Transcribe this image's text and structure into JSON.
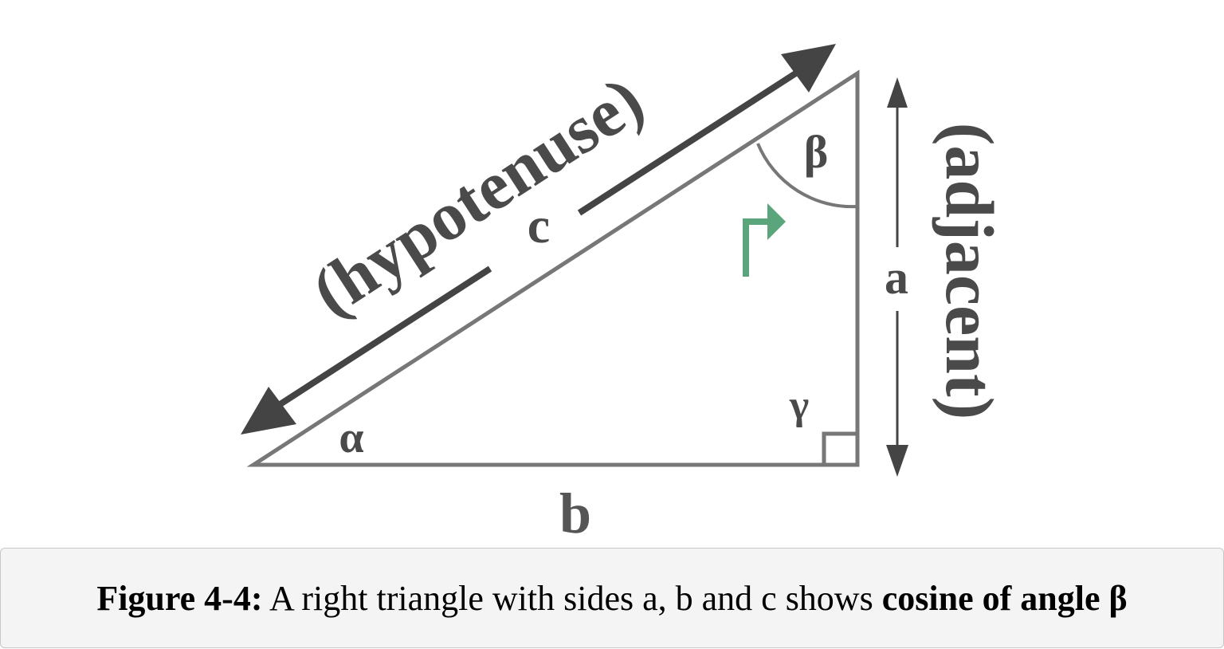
{
  "diagram": {
    "type": "right-triangle",
    "colors": {
      "triangle_stroke": "#777777",
      "arrow": "#444444",
      "label": "#4a4a4a",
      "accent_green": "#5aa57c"
    },
    "vertices": {
      "alpha": "α",
      "beta": "β",
      "gamma": "γ"
    },
    "sides": {
      "hypotenuse": {
        "letter": "c",
        "label": "(hypotenuse)"
      },
      "vertical": {
        "letter": "a",
        "label": "(adjacent)"
      },
      "horizontal": {
        "letter": "b"
      }
    },
    "angle_marker": "right-angle",
    "highlighted_angle": "β"
  },
  "caption": {
    "figure_label": "Figure 4-4:",
    "text": " A right triangle with sides a, b and c shows ",
    "emphasis": "cosine of angle β"
  }
}
